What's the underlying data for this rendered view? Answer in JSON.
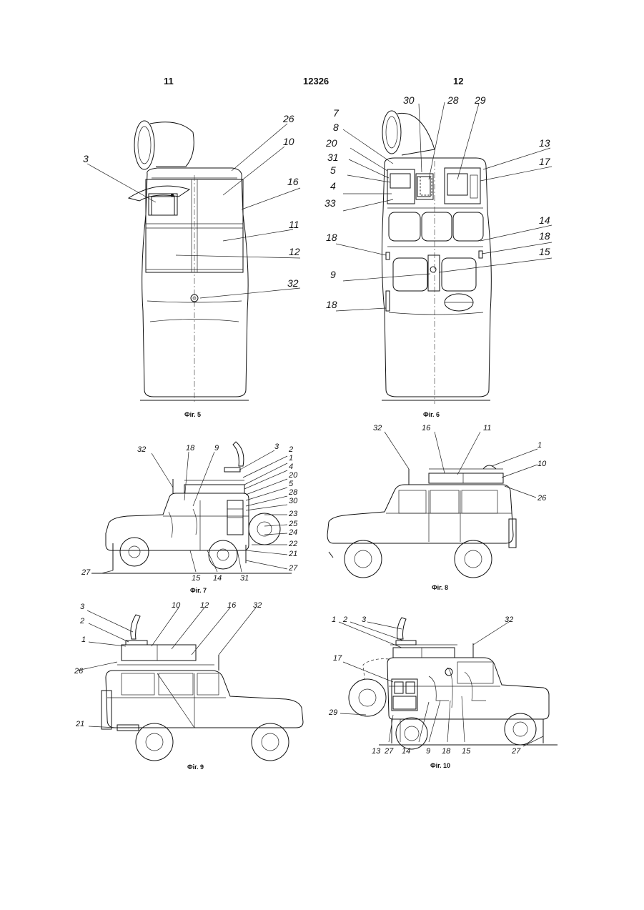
{
  "header": {
    "left_page": "11",
    "center_number": "12326",
    "right_page": "12"
  },
  "figures": [
    {
      "caption": "Фіг. 5",
      "labels": [
        "26",
        "10",
        "3",
        "16",
        "11",
        "12",
        "32"
      ]
    },
    {
      "caption": "Фіг. 6",
      "labels": [
        "30",
        "28",
        "29",
        "7",
        "8",
        "20",
        "31",
        "5",
        "4",
        "33",
        "13",
        "17",
        "14",
        "18",
        "18",
        "9",
        "15",
        "18"
      ]
    },
    {
      "caption": "Фіг. 7",
      "labels": [
        "32",
        "18",
        "9",
        "3",
        "2",
        "1",
        "4",
        "20",
        "5",
        "28",
        "30",
        "23",
        "25",
        "24",
        "22",
        "21",
        "27",
        "15",
        "14",
        "31",
        "27"
      ]
    },
    {
      "caption": "Фіг. 8",
      "labels": [
        "32",
        "16",
        "11",
        "1",
        "10",
        "26"
      ]
    },
    {
      "caption": "Фіг. 9",
      "labels": [
        "10",
        "12",
        "16",
        "32",
        "3",
        "2",
        "1",
        "26",
        "21"
      ]
    },
    {
      "caption": "Фіг. 10",
      "labels": [
        "1",
        "2",
        "3",
        "32",
        "17",
        "29",
        "13",
        "27",
        "14",
        "9",
        "18",
        "15",
        "27"
      ]
    }
  ]
}
